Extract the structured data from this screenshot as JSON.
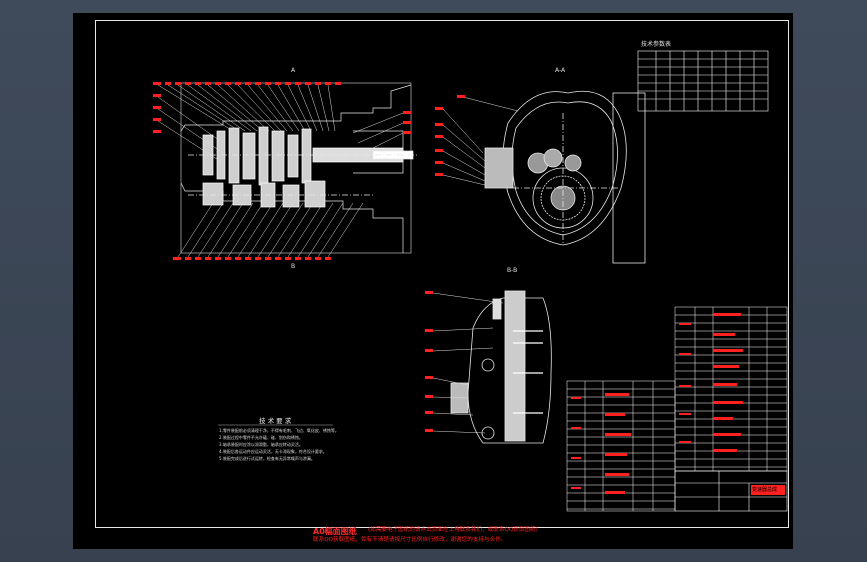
{
  "drawing": {
    "title_banner": "A0幅面图纸",
    "footer_note_line1": "(如需要电子图纸的请点击页面左上角联系我们，或联系QQ获取图纸)",
    "footer_note_line2": "联系QQ获取图纸，如有不清楚请按尺寸比例自行修改，谢谢您的支持与合作。",
    "tech_req_title": "技 术 要 求",
    "tech_req_lines": [
      "1.零件装配前必须清理干净，不得有毛刺、飞边、氧化皮、锈蚀等。",
      "2.装配过程中零件不允许磕、碰、划伤和锈蚀。",
      "3.轴承装配时应涂以润滑脂，轴承应转动灵活。",
      "4.装配后各运动件应运动灵活，无卡滞现象，符合设计要求。",
      "5.装配完成后进行试运转，检查有无异常噪声与渗漏。"
    ],
    "spec_table_title": "技术参数表",
    "view_labels": [
      "A",
      "A-A",
      "B",
      "B-B"
    ],
    "title_block_label": "变速器总成"
  },
  "colors": {
    "background": "#3b4656",
    "sheet": "#000000",
    "line": "#ffffff",
    "red": "#ff2020"
  }
}
